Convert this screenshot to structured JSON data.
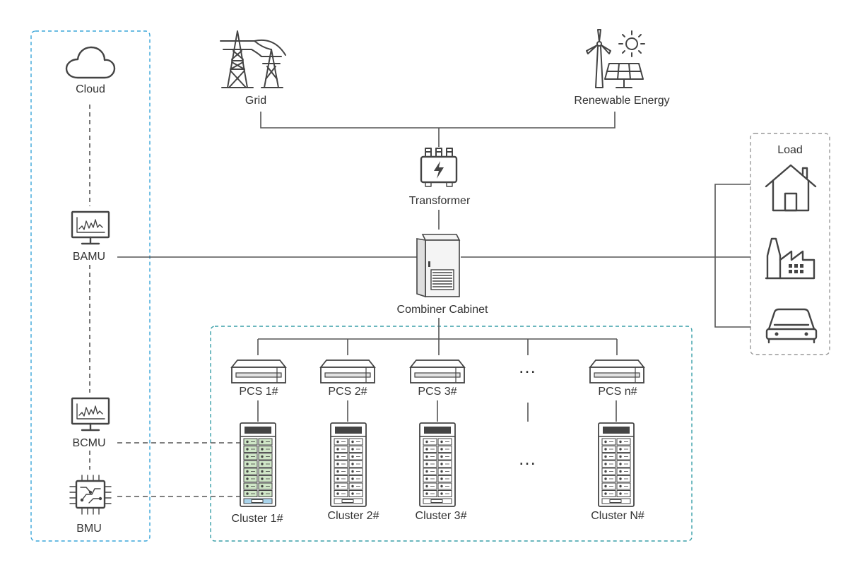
{
  "colors": {
    "line": "#555555",
    "frame_left": "#3aa5d9",
    "frame_cluster": "#3a9fa8",
    "frame_load": "#999999",
    "cell_highlight": "#cfe6c7",
    "bmu_highlight": "#a9d4ec"
  },
  "management": {
    "cloud": {
      "label": "Cloud",
      "icon": "cloud-icon"
    },
    "bamu": {
      "label": "BAMU",
      "icon": "monitor-chart-icon"
    },
    "bcmu": {
      "label": "BCMU",
      "icon": "monitor-chart-icon"
    },
    "bmu": {
      "label": "BMU",
      "icon": "chip-icon"
    }
  },
  "sources": {
    "grid": {
      "label": "Grid",
      "icon": "power-tower-icon"
    },
    "renewable": {
      "label": "Renewable Energy",
      "icon": "wind-solar-icon"
    }
  },
  "transformer": {
    "label": "Transformer",
    "icon": "transformer-icon"
  },
  "combiner": {
    "label": "Combiner Cabinet",
    "icon": "cabinet-icon"
  },
  "load": {
    "title": "Load",
    "items": [
      {
        "icon": "house-icon"
      },
      {
        "icon": "factory-icon"
      },
      {
        "icon": "car-icon"
      }
    ]
  },
  "pcs": [
    {
      "label": "PCS 1#"
    },
    {
      "label": "PCS 2#"
    },
    {
      "label": "PCS 3#"
    },
    {
      "label": "PCS n#"
    }
  ],
  "clusters": [
    {
      "label": "Cluster 1#",
      "highlighted": true
    },
    {
      "label": "Cluster 2#",
      "highlighted": false
    },
    {
      "label": "Cluster 3#",
      "highlighted": false
    },
    {
      "label": "Cluster N#",
      "highlighted": false
    }
  ],
  "ellipsis": "…"
}
